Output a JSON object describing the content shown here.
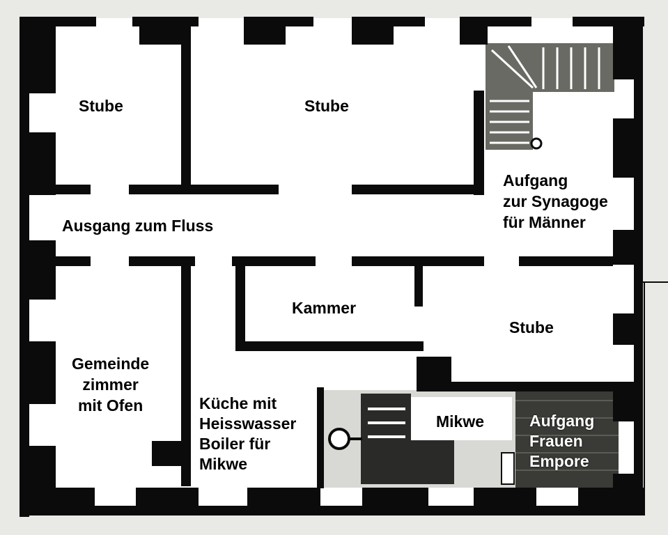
{
  "floor_plan": {
    "rooms": {
      "stube_left": "Stube",
      "stube_top": "Stube",
      "ausgang": "Ausgang zum Fluss",
      "aufgang_maenner": [
        "Aufgang",
        "zur Synagoge",
        "für Männer"
      ],
      "kammer": "Kammer",
      "stube_right": "Stube",
      "gemeindezimmer": [
        "Gemeinde",
        "zimmer",
        "mit Ofen"
      ],
      "kueche": [
        "Küche mit",
        "Heisswasser",
        "Boiler für",
        "Mikwe"
      ],
      "mikwe": "Mikwe",
      "aufgang_frauen": [
        "Aufgang",
        "Frauen",
        "Empore"
      ]
    },
    "colors": {
      "paper": "#e9e9e6",
      "floor": "#ffffff",
      "wall": "#0b0b0b",
      "stair_fill": "#6a6a64",
      "hatch": "#3a3a36"
    }
  }
}
